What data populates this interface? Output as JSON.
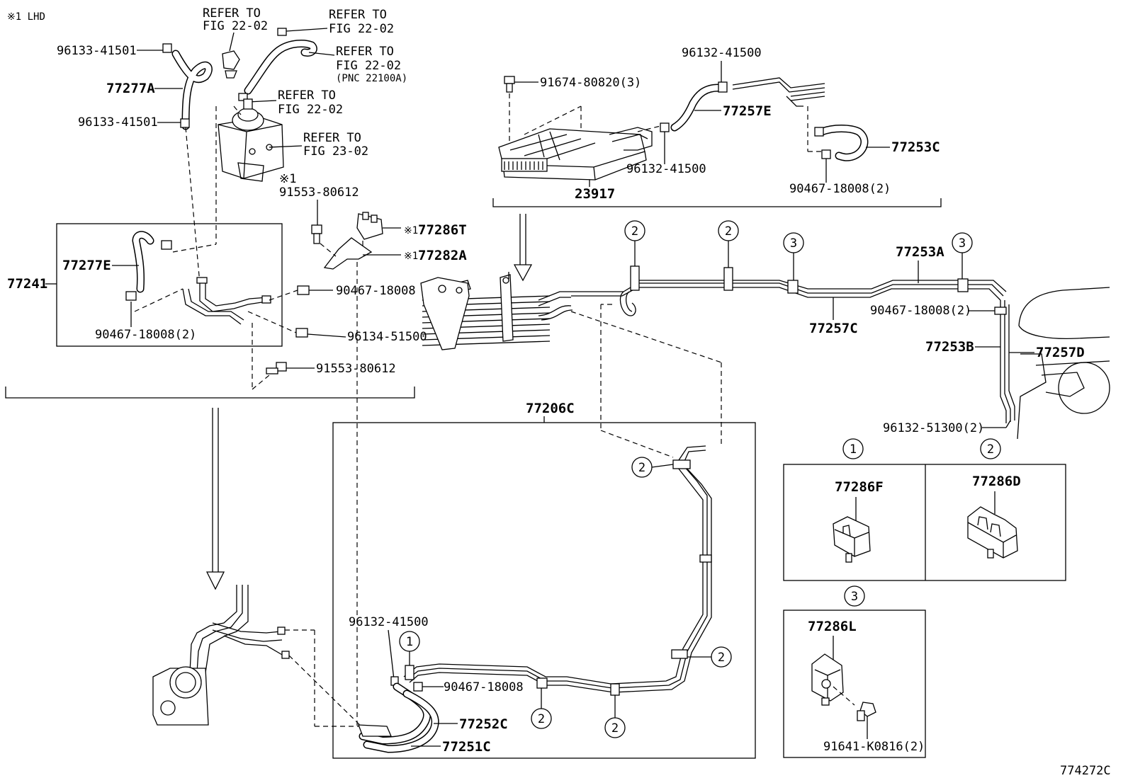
{
  "note_lhd": "※1 LHD",
  "diagram_id": "774272C",
  "refer_to": "REFER TO",
  "fig_22_02": "FIG 22-02",
  "fig_23_02": "FIG 23-02",
  "pnc_note": "(PNC 22100A)",
  "mark1": "※1",
  "circle1": "1",
  "circle2": "2",
  "circle3": "3",
  "parts": {
    "p96133_41501": "96133-41501",
    "p77277A": "77277A",
    "p77277E": "77277E",
    "p77241": "77241",
    "p90467_18008_2": "90467-18008(2)",
    "p91553_80612": "91553-80612",
    "p77286T": "77286T",
    "p77282A": "77282A",
    "p90467_18008": "90467-18008",
    "p96134_51500": "96134-51500",
    "p91674_80820_3": "91674-80820(3)",
    "p96132_41500": "96132-41500",
    "p77257E": "77257E",
    "p77253C": "77253C",
    "p23917": "23917",
    "p77253A": "77253A",
    "p77257C": "77257C",
    "p77253B": "77253B",
    "p77257D": "77257D",
    "p96132_51300_2": "96132-51300(2)",
    "p77206C": "77206C",
    "p77286F": "77286F",
    "p77286D": "77286D",
    "p77286L": "77286L",
    "p91641_K0816_2": "91641-K0816(2)",
    "p77252C": "77252C",
    "p77251C": "77251C"
  }
}
